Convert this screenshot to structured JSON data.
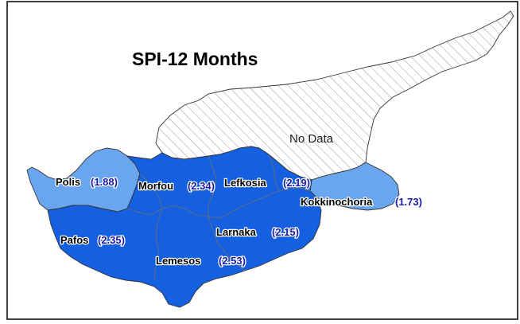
{
  "map": {
    "title": "SPI-12 Months",
    "no_data_label": "No Data",
    "colors": {
      "dark_region": "#1460e0",
      "light_region": "#6aa6f0",
      "no_data_fill": "#ffffff",
      "no_data_hatch": "#9a9a9a",
      "value_text": "#1a1aa8",
      "frame": "#000000"
    },
    "regions": [
      {
        "id": "polis",
        "name": "Polis",
        "value": "(1.88)",
        "class": "light"
      },
      {
        "id": "morfou",
        "name": "Morfou",
        "value": "(2.34)",
        "class": "dark"
      },
      {
        "id": "lefkosia",
        "name": "Lefkosia",
        "value": "(2.19)",
        "class": "dark"
      },
      {
        "id": "kokkinochoria",
        "name": "Kokkinochoria",
        "value": "(1.73)",
        "class": "light"
      },
      {
        "id": "pafos",
        "name": "Pafos",
        "value": "(2.35)",
        "class": "dark"
      },
      {
        "id": "larnaka",
        "name": "Larnaka",
        "value": "(2.15)",
        "class": "dark"
      },
      {
        "id": "lemesos",
        "name": "Lemesos",
        "value": "(2.53)",
        "class": "dark"
      }
    ]
  }
}
